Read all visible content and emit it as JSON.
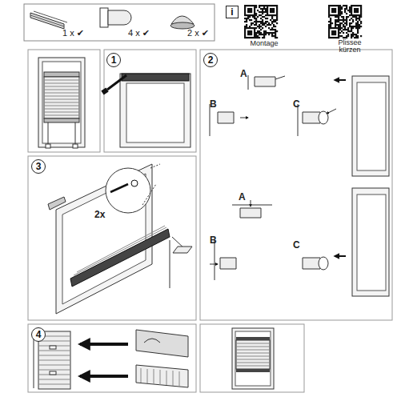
{
  "diagram": {
    "nodes": [
      {
        "text": [
          "i"
        ]
      },
      {
        "text": [
          "1"
        ]
      },
      {
        "text": [
          "2"
        ]
      },
      {
        "text": [
          "3"
        ]
      },
      {
        "text": [
          "4"
        ]
      }
    ],
    "labels": [
      "1 x ✔",
      "4 x ✔",
      "2 x ✔",
      "Montage",
      "Plissee kürzen",
      "A",
      "B",
      "C",
      "A",
      "B",
      "C",
      "2x"
    ]
  }
}
